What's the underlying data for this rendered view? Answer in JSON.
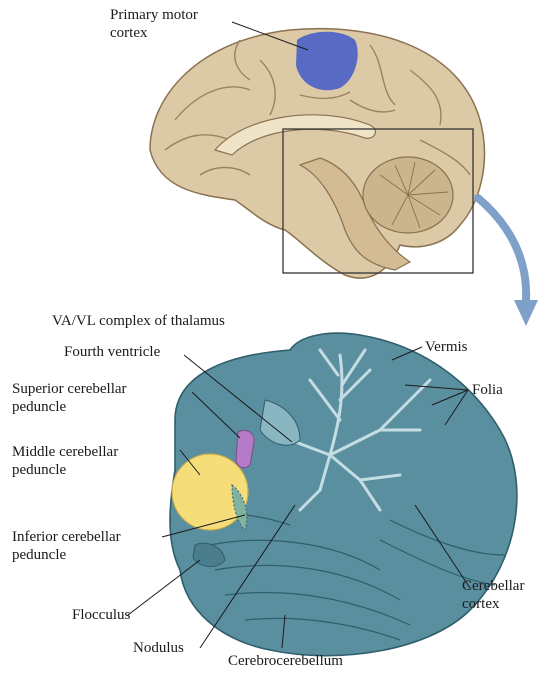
{
  "labels": {
    "primary_motor_cortex": [
      "Primary motor",
      "cortex"
    ],
    "va_vl_complex": "VA/VL complex of thalamus",
    "fourth_ventricle": "Fourth ventricle",
    "superior_cerebellar_peduncle": [
      "Superior cerebellar",
      "peduncle"
    ],
    "middle_cerebellar_peduncle": [
      "Middle cerebellar",
      "peduncle"
    ],
    "inferior_cerebellar_peduncle": [
      "Inferior cerebellar",
      "peduncle"
    ],
    "flocculus": "Flocculus",
    "nodulus": "Nodulus",
    "cerebrocerebellum": "Cerebrocerebellum",
    "vermis": "Vermis",
    "folia": "Folia",
    "cerebellar_cortex": [
      "Cerebellar",
      "cortex"
    ]
  },
  "colors": {
    "brain_tan": "#dcc9a5",
    "brain_shadow": "#b59e78",
    "motor_cortex_blue": "#4a5fc8",
    "cerebellum_teal": "#5a8fa0",
    "cerebellum_dark": "#2f5e6c",
    "middle_peduncle_yellow": "#f5de7a",
    "superior_peduncle_purple": "#b57bc9",
    "arrow_blue": "#7fa0c8"
  }
}
